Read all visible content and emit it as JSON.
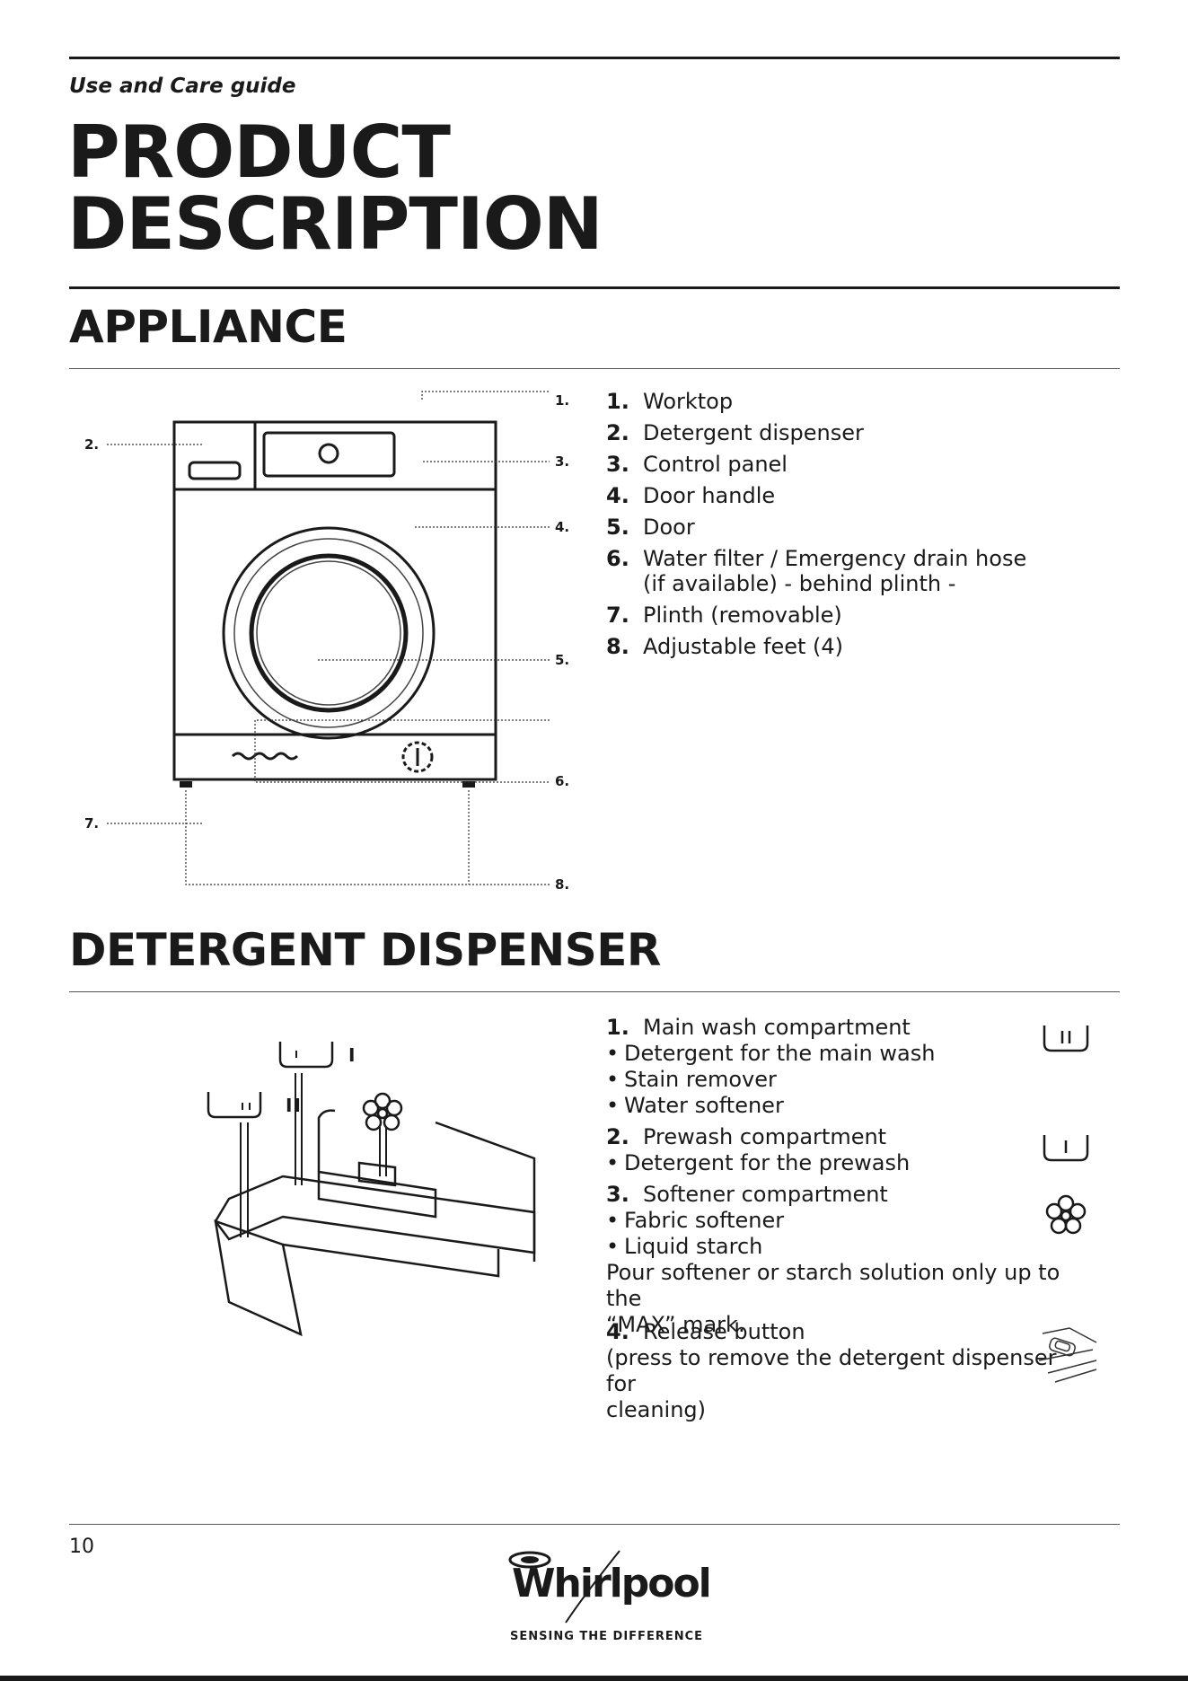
{
  "header": {
    "guide_label": "Use and Care guide",
    "title_line1": "PRODUCT",
    "title_line2": "DESCRIPTION"
  },
  "appliance": {
    "section_title": "APPLIANCE",
    "callouts": [
      "1.",
      "2.",
      "3.",
      "4.",
      "5.",
      "6.",
      "7.",
      "8."
    ],
    "parts": [
      {
        "num": "1.",
        "label": "Worktop"
      },
      {
        "num": "2.",
        "label": "Detergent dispenser"
      },
      {
        "num": "3.",
        "label": "Control panel"
      },
      {
        "num": "4.",
        "label": "Door handle"
      },
      {
        "num": "5.",
        "label": "Door"
      },
      {
        "num": "6.",
        "label": "Water filter / Emergency drain hose",
        "label2": "(if available) - behind plinth -"
      },
      {
        "num": "7.",
        "label": "Plinth (removable)"
      },
      {
        "num": "8.",
        "label": "Adjustable feet (4)"
      }
    ]
  },
  "dispenser": {
    "section_title": "DETERGENT DISPENSER",
    "symbols": {
      "main": "II",
      "prewash": "I"
    },
    "compartments": [
      {
        "num": "1.",
        "title": "Main wash compartment",
        "bullets": [
          "Detergent for the main wash",
          "Stain remover",
          "Water softener"
        ],
        "icon": "main-wash-icon"
      },
      {
        "num": "2.",
        "title": "Prewash compartment",
        "bullets": [
          "Detergent for the prewash"
        ],
        "icon": "prewash-icon"
      },
      {
        "num": "3.",
        "title": "Softener compartment",
        "bullets": [
          "Fabric softener",
          "Liquid starch"
        ],
        "note_line1": "Pour softener or starch solution only up to the",
        "note_line2": "“MAX” mark.",
        "icon": "softener-flower-icon"
      },
      {
        "num": "4.",
        "title": "Release button",
        "note_line1": "(press to remove the detergent dispenser for",
        "note_line2": "cleaning)",
        "icon": "release-button-icon"
      }
    ],
    "bullet_char": "•"
  },
  "footer": {
    "page_number": "10",
    "logo_text": "Whirlpool",
    "tagline": "SENSING THE DIFFERENCE"
  }
}
